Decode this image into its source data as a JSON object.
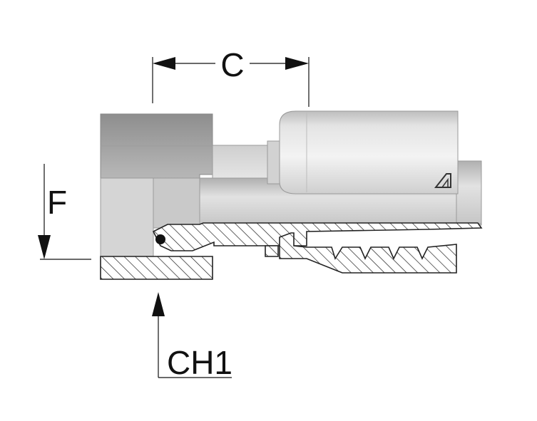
{
  "labels": {
    "c": "C",
    "f": "F",
    "ch1": "CH1"
  },
  "colors": {
    "metal_dark": "#a3a3a3",
    "metal_mid": "#c4c4c4",
    "metal_light": "#e6e6e6",
    "outline": "#7a7a7a",
    "hatch": "#222222",
    "dimension": "#111111"
  },
  "icons": {
    "logo": "manufacturer-logo-icon"
  }
}
